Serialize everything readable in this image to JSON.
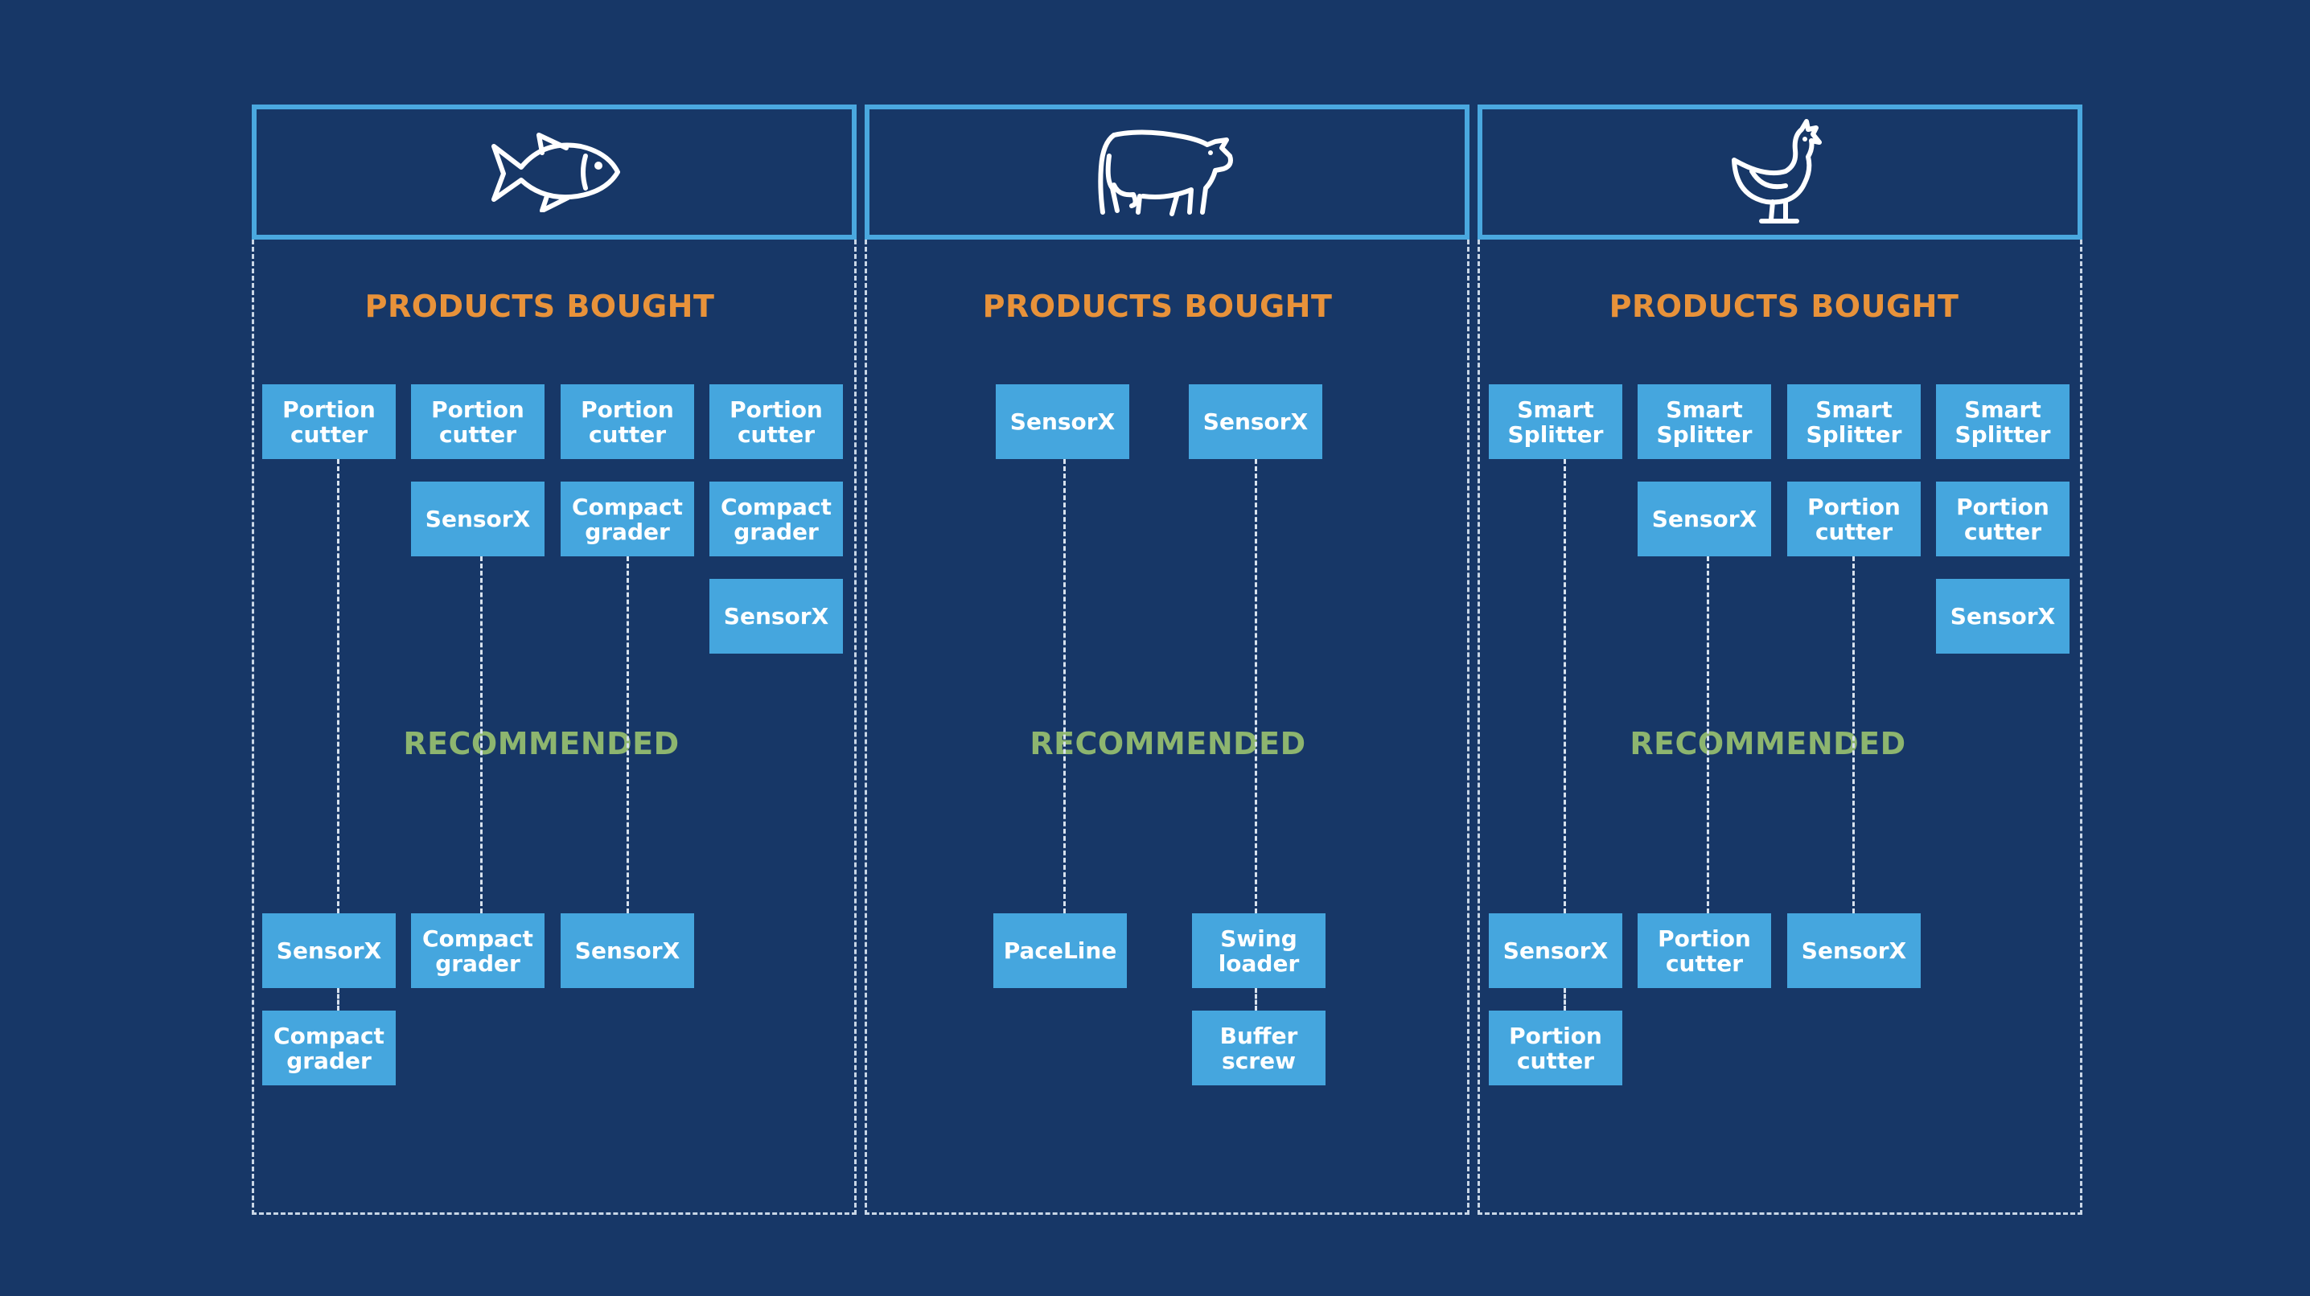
{
  "colors": {
    "background": "#173767",
    "header_border": "#4aa8df",
    "box_fill": "#45a6de",
    "products_bought_title": "#e8923a",
    "recommended_title": "#8db56f",
    "dashed_line": "#d8e2ee"
  },
  "panels": [
    {
      "icon": "fish-icon",
      "products_bought_title": "PRODUCTS BOUGHT",
      "recommended_title": "RECOMMENDED",
      "bought": [
        [
          "Portion cutter"
        ],
        [
          "Portion cutter",
          "SensorX"
        ],
        [
          "Portion cutter",
          "Compact grader"
        ],
        [
          "Portion cutter",
          "Compact grader",
          "SensorX"
        ]
      ],
      "recommended": [
        [
          "SensorX",
          "Compact grader"
        ],
        [
          "Compact grader"
        ],
        [
          "SensorX"
        ]
      ]
    },
    {
      "icon": "cow-icon",
      "products_bought_title": "PRODUCTS BOUGHT",
      "recommended_title": "RECOMMENDED",
      "bought": [
        [
          "SensorX"
        ],
        [
          "SensorX"
        ]
      ],
      "recommended": [
        [
          "PaceLine"
        ],
        [
          "Swing loader",
          "Buffer screw"
        ]
      ]
    },
    {
      "icon": "chicken-icon",
      "products_bought_title": "PRODUCTS BOUGHT",
      "recommended_title": "RECOMMENDED",
      "bought": [
        [
          "Smart Splitter"
        ],
        [
          "Smart Splitter",
          "SensorX"
        ],
        [
          "Smart Splitter",
          "Portion cutter"
        ],
        [
          "Smart Splitter",
          "Portion cutter",
          "SensorX"
        ]
      ],
      "recommended": [
        [
          "SensorX",
          "Portion cutter"
        ],
        [
          "Portion cutter"
        ],
        [
          "SensorX"
        ]
      ]
    }
  ]
}
